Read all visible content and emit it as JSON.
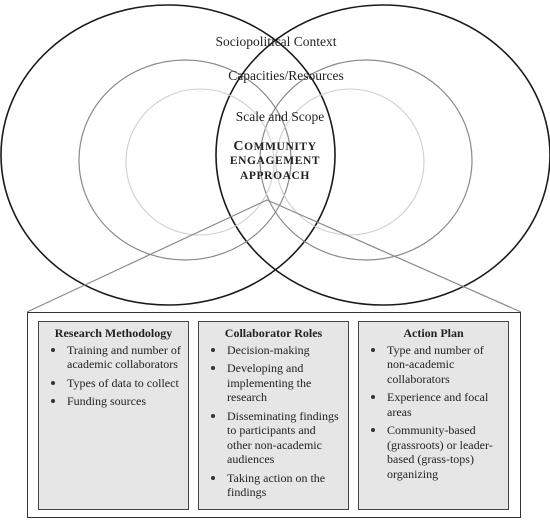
{
  "venn": {
    "outer_label": "Sociopolitical Context",
    "middle_label": "Capacities/Resources",
    "inner_label": "Scale and Scope",
    "core_line1_initial": "C",
    "core_line1_rest": "OMMUNITY",
    "core_line2": "ENGAGEMENT",
    "core_line3": "APPROACH"
  },
  "panels": [
    {
      "title": "Research Methodology",
      "items": [
        "Training and number of academic collaborators",
        "Types of data to collect",
        "Funding sources"
      ]
    },
    {
      "title": "Collaborator Roles",
      "items": [
        "Decision-making",
        "Developing and implementing the research",
        "Disseminating findings to participants and other non-academic audiences",
        "Taking action on the findings"
      ]
    },
    {
      "title": "Action Plan",
      "items": [
        "Type and number of non-academic collaborators",
        "Experience and focal areas",
        "Community-based (grassroots) or leader-based (grass-tops) organizing"
      ]
    }
  ]
}
